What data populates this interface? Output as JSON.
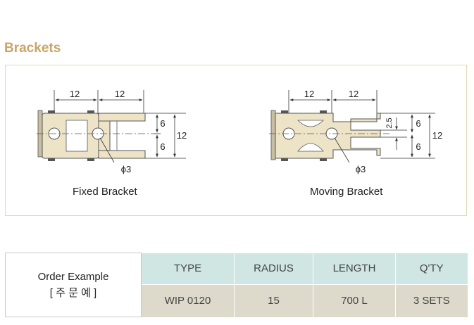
{
  "section": {
    "title": "Brackets"
  },
  "fixed_bracket": {
    "caption": "Fixed Bracket",
    "dim_pitch_left": "12",
    "dim_pitch_right": "12",
    "dim_half_top": "6",
    "dim_half_bottom": "6",
    "dim_height": "12",
    "hole_diameter": "ϕ3"
  },
  "moving_bracket": {
    "caption": "Moving Bracket",
    "dim_pitch_left": "12",
    "dim_pitch_right": "12",
    "dim_gap": "2.5",
    "dim_half_top": "6",
    "dim_half_bottom": "6",
    "dim_height": "12",
    "hole_diameter": "ϕ3"
  },
  "order": {
    "label_line1": "Order Example",
    "label_line2": "[ 주 문 예 ]",
    "headers": [
      "TYPE",
      "RADIUS",
      "LENGTH",
      "Q'TY"
    ],
    "values": [
      "WIP 0120",
      "15",
      "700 L",
      "3 SETS"
    ]
  },
  "colors": {
    "title": "#c9a567",
    "part_fill": "#ede4c8",
    "header_bg": "#cfe6e3",
    "value_bg": "#ddd9cb"
  }
}
